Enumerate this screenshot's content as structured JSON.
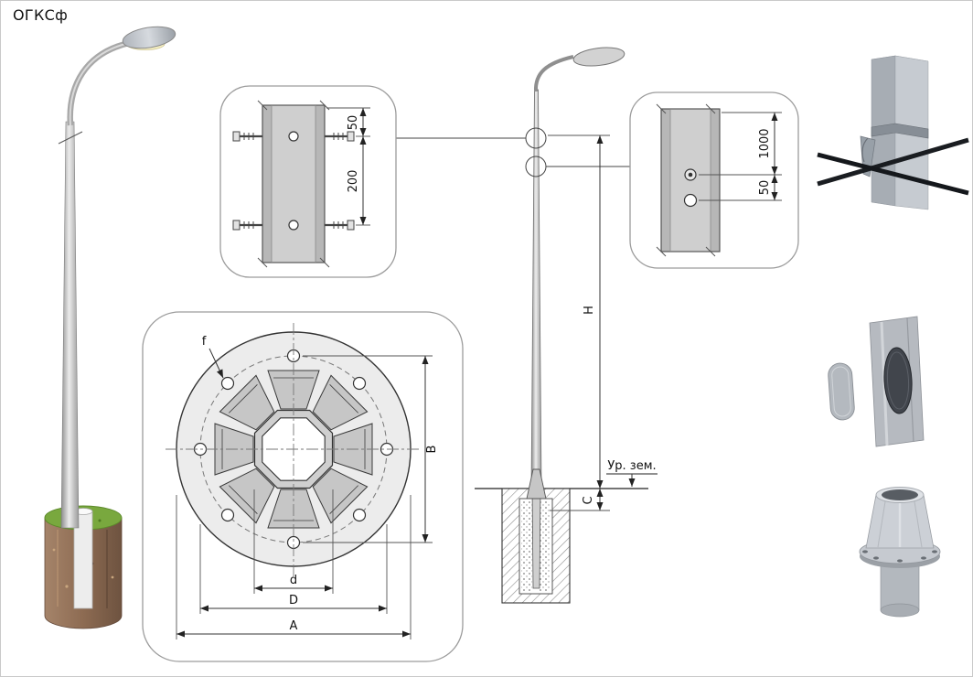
{
  "title": "ОГКСф",
  "joint_detail": {
    "dim_top": "50",
    "dim_between": "200"
  },
  "flange_detail": {
    "hole_label": "f",
    "dim_vertical": "B",
    "dim_inner": "d",
    "dim_bolt_circle": "D",
    "dim_outer": "A"
  },
  "elevation": {
    "dim_height": "H",
    "dim_embed": "C",
    "ground_label": "Ур. зем."
  },
  "cable_entry_detail": {
    "dim_top": "1000",
    "dim_between": "50"
  }
}
